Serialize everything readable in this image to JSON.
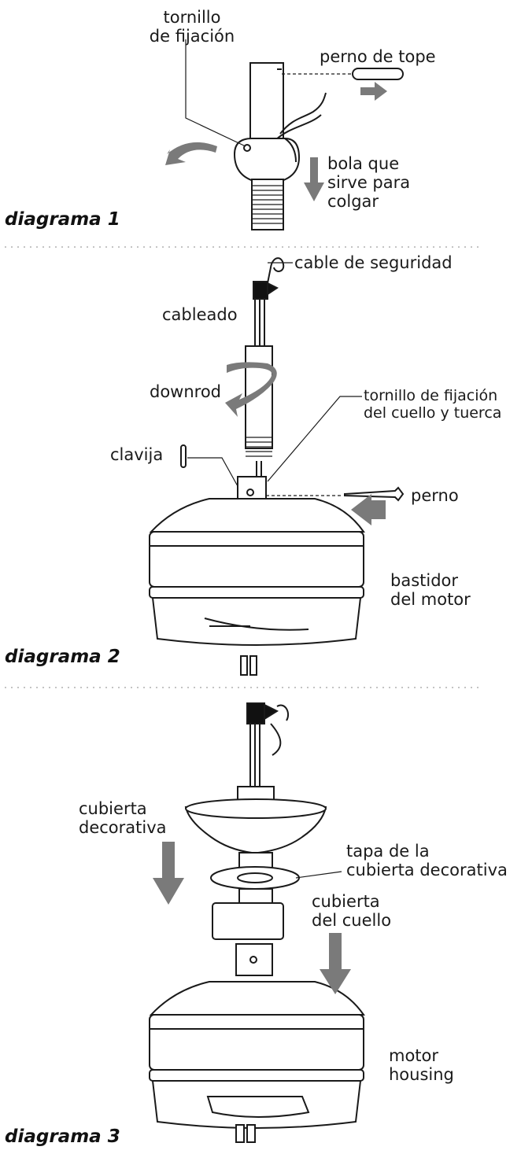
{
  "diagram1": {
    "caption": "diagrama 1",
    "labels": {
      "set_screw": "tornillo\nde fijación",
      "stop_pin": "perno de tope",
      "hanger_ball": "bola que\nsirve para\ncolgar"
    }
  },
  "diagram2": {
    "caption": "diagrama 2",
    "labels": {
      "safety_cable": "cable de seguridad",
      "wiring": "cableado",
      "downrod": "downrod",
      "collar_screw_nut": "tornillo de fijación\ndel cuello y tuerca",
      "clip_pin": "clavija",
      "bolt": "perno",
      "motor_housing": "bastidor\ndel motor"
    }
  },
  "diagram3": {
    "caption": "diagrama 3",
    "labels": {
      "canopy": "cubierta\ndecorativa",
      "canopy_cover": "tapa de la\ncubierta decorativa",
      "collar_cover": "cubierta\ndel cuello",
      "motor_housing": "motor\nhousing"
    }
  },
  "colors": {
    "line": "#1a1a1a",
    "arrow": "#7a7a7a",
    "dots": "#b0b0b0",
    "cable_tag": "#111111"
  }
}
